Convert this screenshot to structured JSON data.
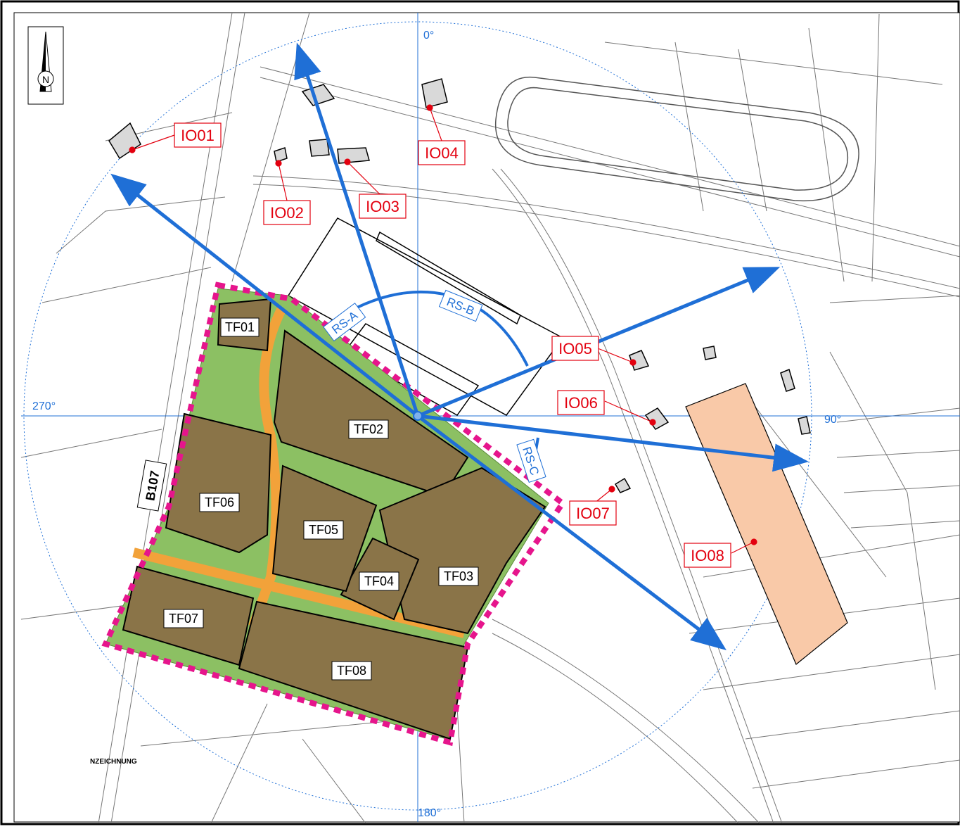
{
  "colors": {
    "accent_blue": "#1f6fd6",
    "marker_red": "#e3000f",
    "zone_boundary_magenta": "#e6158c",
    "green_area": "#8cc063",
    "plot_brown": "#8a7448",
    "path_orange": "#f2a23a",
    "highlight_salmon": "#f9c9a8"
  },
  "compass": {
    "north_letter": "N",
    "icon": "north-arrow-icon"
  },
  "degrees": {
    "north": "0°",
    "east": "90°",
    "south": "180°",
    "west": "270°"
  },
  "receptors": [
    {
      "id": "IO01"
    },
    {
      "id": "IO02"
    },
    {
      "id": "IO03"
    },
    {
      "id": "IO04"
    },
    {
      "id": "IO05"
    },
    {
      "id": "IO06"
    },
    {
      "id": "IO07"
    },
    {
      "id": "IO08"
    }
  ],
  "plots": [
    {
      "id": "TF01"
    },
    {
      "id": "TF02"
    },
    {
      "id": "TF03"
    },
    {
      "id": "TF04"
    },
    {
      "id": "TF05"
    },
    {
      "id": "TF06"
    },
    {
      "id": "TF07"
    },
    {
      "id": "TF08"
    }
  ],
  "sectors": {
    "a": "RS-A",
    "b": "RS-B",
    "c": "RS-C"
  },
  "road_label": "B107",
  "drawing_label": "NZEICHNUNG"
}
